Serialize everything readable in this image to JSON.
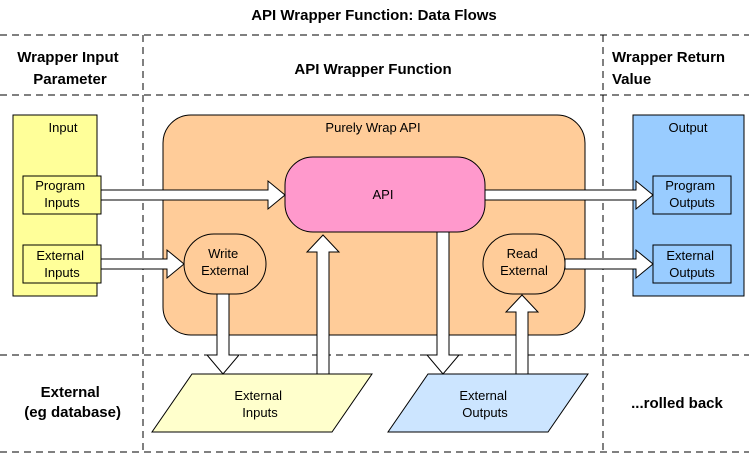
{
  "title": "API Wrapper Function: Data Flows",
  "columns": {
    "input": [
      "Wrapper Input",
      "Parameter"
    ],
    "function": "API Wrapper Function",
    "return": [
      "Wrapper Return",
      "Value"
    ]
  },
  "external_row": {
    "label": [
      "External",
      "(eg database)"
    ],
    "rolled_back": "...rolled back"
  },
  "input_box": {
    "label": "Input",
    "program_inputs": [
      "Program",
      "Inputs"
    ],
    "external_inputs": [
      "External",
      "Inputs"
    ]
  },
  "wrap_box": {
    "label": "Purely Wrap API",
    "api": "API",
    "write_external": [
      "Write",
      "External"
    ],
    "read_external": [
      "Read",
      "External"
    ]
  },
  "output_box": {
    "label": "Output",
    "program_outputs": [
      "Program",
      "Outputs"
    ],
    "external_outputs": [
      "External",
      "Outputs"
    ]
  },
  "stores": {
    "external_inputs": [
      "External",
      "Inputs"
    ],
    "external_outputs": [
      "External",
      "Outputs"
    ]
  },
  "colors": {
    "input_fill": "#ffff99",
    "output_fill": "#99ccff",
    "wrap_fill": "#ffcc99",
    "api_fill": "#ff99cc",
    "ext_in_fill": "#ffffcc",
    "ext_out_fill": "#cce5ff",
    "line": "#000000",
    "grid": "#000000"
  }
}
